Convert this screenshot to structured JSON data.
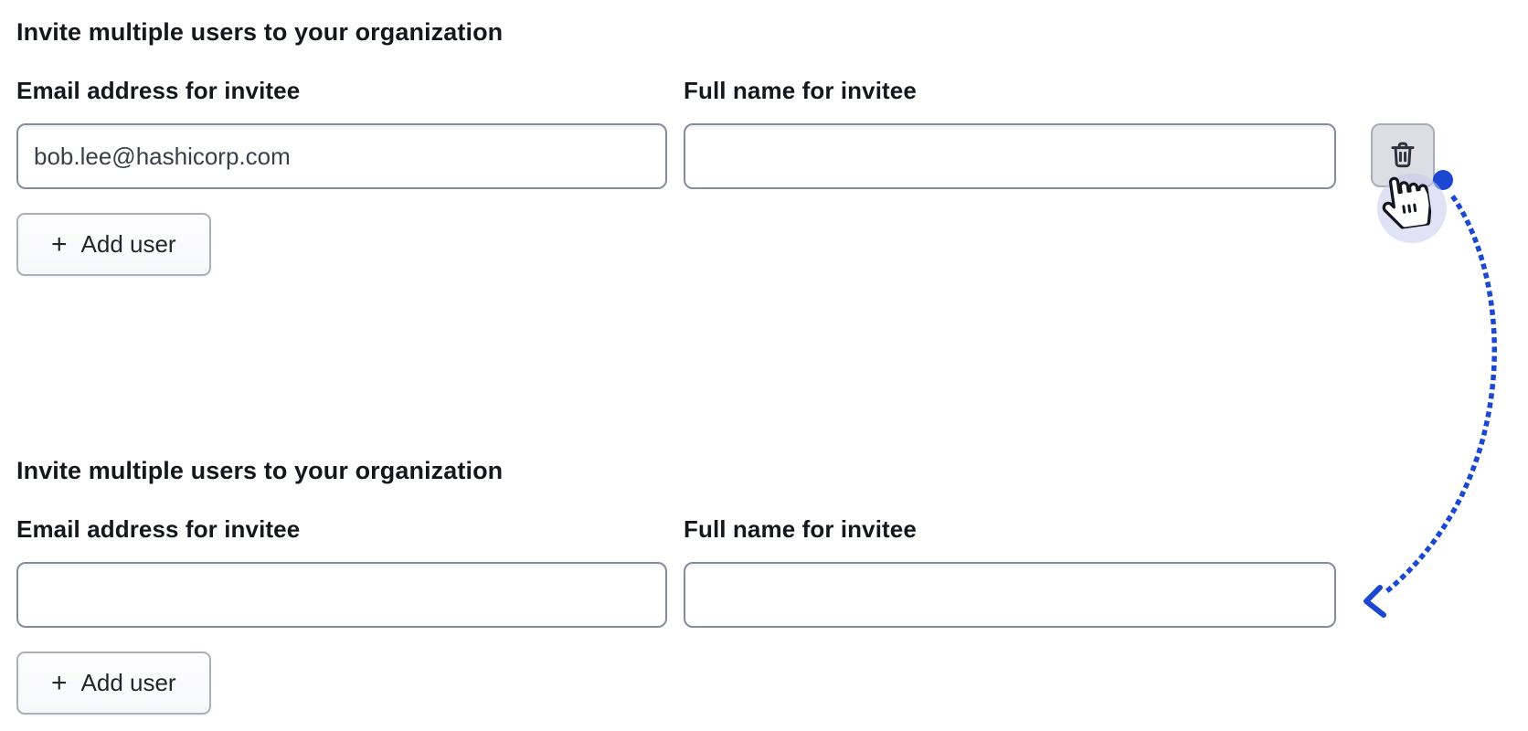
{
  "colors": {
    "arrow_accent": "#1c48d1",
    "input_border": "#878c9c",
    "delete_button_bg": "#dcdee3"
  },
  "sections": [
    {
      "heading": "Invite multiple users to your organization",
      "fields": [
        {
          "label": "Email address for invitee",
          "value": "bob.lee@hashicorp.com"
        },
        {
          "label": "Full name for invitee",
          "value": ""
        }
      ],
      "plus_glyph": "+",
      "add_user_label": "Add user"
    },
    {
      "heading": "Invite multiple users to your organization",
      "fields": [
        {
          "label": "Email address for invitee",
          "value": ""
        },
        {
          "label": "Full name for invitee",
          "value": ""
        }
      ],
      "plus_glyph": "+",
      "add_user_label": "Add user"
    }
  ]
}
